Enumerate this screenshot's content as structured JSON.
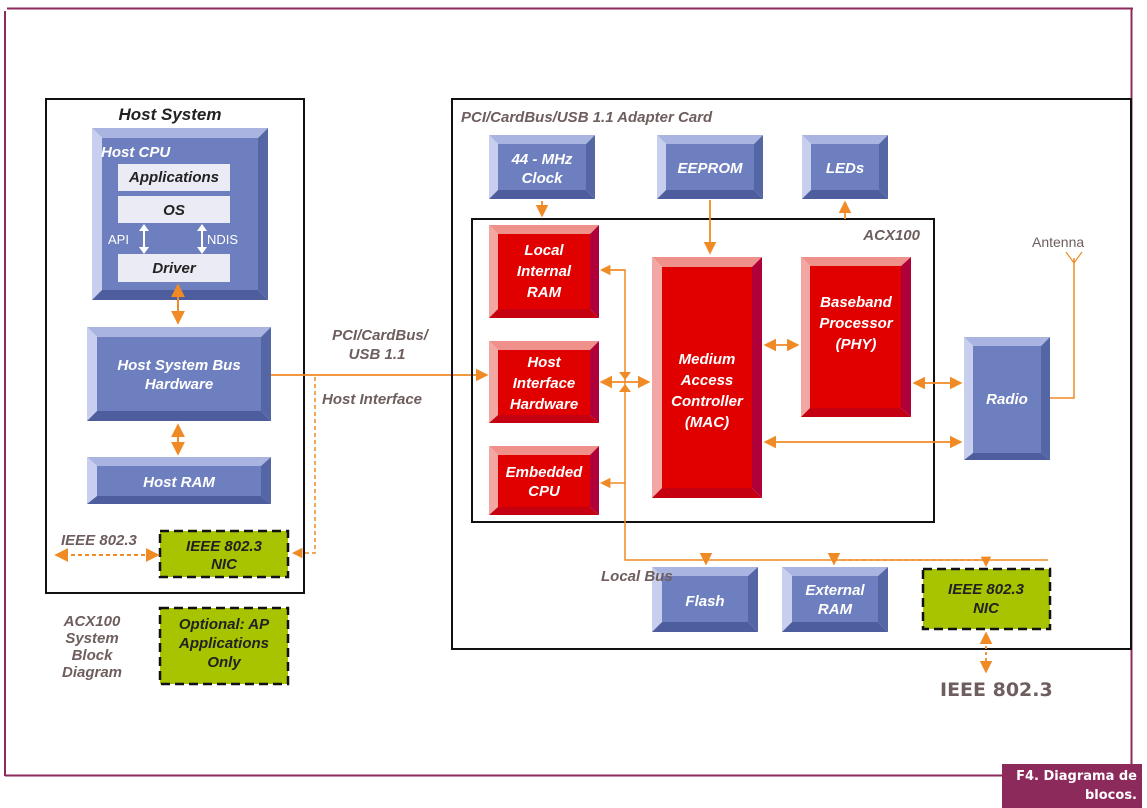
{
  "colors": {
    "frame": "#8d2a5c",
    "blue_block": "#6e7fbf",
    "red_block": "#e00000",
    "optional_green": "#a8c300",
    "connector": "#f08a24",
    "label_grey": "#6e5e5e"
  },
  "caption": {
    "line1": "F4. Diagrama de",
    "line2": "blocos."
  },
  "host_system": {
    "title": "Host System",
    "cpu": {
      "title": "Host CPU",
      "layers": {
        "applications": "Applications",
        "os": "OS",
        "driver": "Driver"
      },
      "api_label": "API",
      "ndis_label": "NDIS"
    },
    "bus_hardware": {
      "line1": "Host System Bus",
      "line2": "Hardware"
    },
    "ram": "Host RAM",
    "nic": {
      "line1": "IEEE 802.3",
      "line2": "NIC"
    },
    "ext_link_label": "IEEE 802.3"
  },
  "link": {
    "bus_line1": "PCI/CardBus/",
    "bus_line2": "USB 1.1",
    "interface_label": "Host Interface"
  },
  "legend": {
    "title_lines": [
      "ACX100",
      "System",
      "Block",
      "Diagram"
    ],
    "optional_lines": [
      "Optional: AP",
      "Applications",
      "Only"
    ]
  },
  "adapter_card": {
    "title": "PCI/CardBus/USB 1.1 Adapter Card",
    "clock": {
      "line1": "44 - MHz",
      "line2": "Clock"
    },
    "eeprom": "EEPROM",
    "leds": "LEDs",
    "acx100": {
      "title": "ACX100",
      "local_ram": [
        "Local",
        "Internal",
        "RAM"
      ],
      "host_iface": [
        "Host",
        "Interface",
        "Hardware"
      ],
      "embedded_cpu": [
        "Embedded",
        "CPU"
      ],
      "mac": [
        "Medium",
        "Access",
        "Controller",
        "(MAC)"
      ],
      "baseband": [
        "Baseband",
        "Processor",
        "(PHY)"
      ]
    },
    "antenna": "Antenna",
    "radio": "Radio",
    "local_bus": "Local Bus",
    "flash": "Flash",
    "external_ram": [
      "External",
      "RAM"
    ],
    "nic": {
      "line1": "IEEE 802.3",
      "line2": "NIC"
    },
    "ext_link_label": "IEEE 802.3"
  }
}
